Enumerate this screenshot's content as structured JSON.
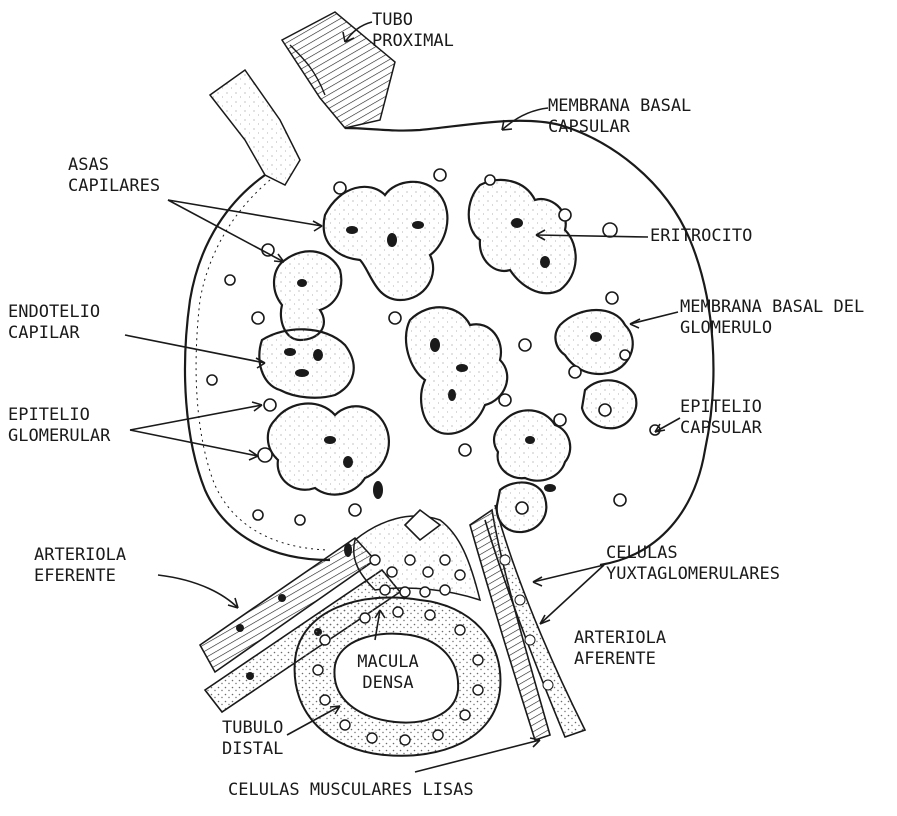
{
  "labels": {
    "tubo_proximal": [
      "TUBO",
      "PROXIMAL"
    ],
    "membrana_basal_capsular": [
      "MEMBRANA BASAL",
      "CAPSULAR"
    ],
    "asas_capilares": [
      "ASAS",
      "CAPILARES"
    ],
    "eritrocito": [
      "ERITROCITO"
    ],
    "endotelio_capilar": [
      "ENDOTELIO",
      "CAPILAR"
    ],
    "membrana_basal_glomerulo": [
      "MEMBRANA BASAL DEL",
      "GLOMERULO"
    ],
    "epitelio_glomerular": [
      "EPITELIO",
      "GLOMERULAR"
    ],
    "epitelio_capsular": [
      "EPITELIO",
      "CAPSULAR"
    ],
    "arteriola_eferente": [
      "ARTERIOLA",
      "EFERENTE"
    ],
    "celulas_yuxtaglomerulares": [
      "CELULAS",
      "YUXTAGLOMERULARES"
    ],
    "arteriola_aferente": [
      "ARTERIOLA",
      "AFERENTE"
    ],
    "macula_densa": [
      "MACULA",
      "DENSA"
    ],
    "tubulo_distal": [
      "TUBULO",
      "DISTAL"
    ],
    "celulas_musculares_lisas": [
      "CELULAS MUSCULARES LISAS"
    ]
  },
  "colors": {
    "ink": "#1a1a1a",
    "paper": "#ffffff",
    "stipple": "#6b6b6b"
  }
}
